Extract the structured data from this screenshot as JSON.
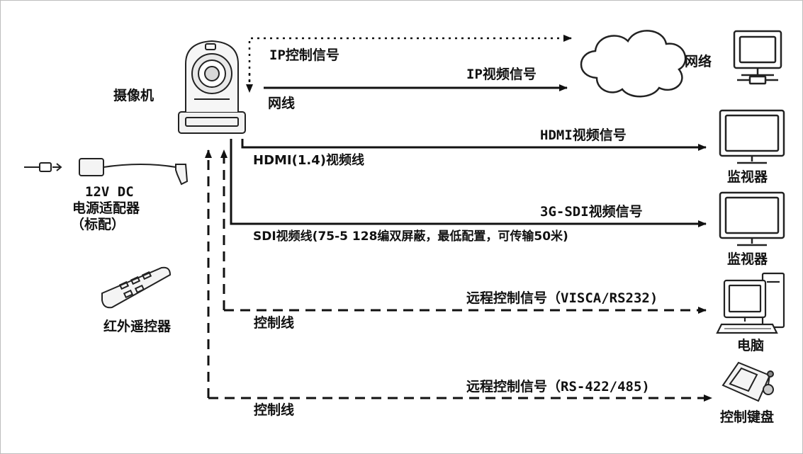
{
  "devices": {
    "camera": "摄像机",
    "network": "网络",
    "monitor_1": "监视器",
    "monitor_2": "监视器",
    "computer": "电脑",
    "control_keyboard": "控制键盘",
    "ir_remote": "红外遥控器"
  },
  "power_adapter": {
    "line1": "12V DC",
    "line2": "电源适配器",
    "line3": "（标配）"
  },
  "connections": {
    "ip_control_signal": "IP控制信号",
    "ip_video_signal": "IP视频信号",
    "network_cable": "网线",
    "hdmi_video_signal": "HDMI视频信号",
    "hdmi_cable": "HDMI(1.4)视频线",
    "sdi_video_signal": "3G-SDI视频信号",
    "sdi_cable": "SDI视频线(75-5 128编双屏蔽，最低配置，可传输50米)",
    "remote_control_visca": "远程控制信号（VISCA/RS232)",
    "control_cable_1": "控制线",
    "remote_control_rs422": "远程控制信号（RS-422/485)",
    "control_cable_2": "控制线"
  },
  "icons": [
    "camera-icon",
    "cloud-icon",
    "network-computer-icon",
    "monitor-icon",
    "computer-icon",
    "control-keyboard-icon",
    "remote-control-icon",
    "power-adapter-icon"
  ]
}
